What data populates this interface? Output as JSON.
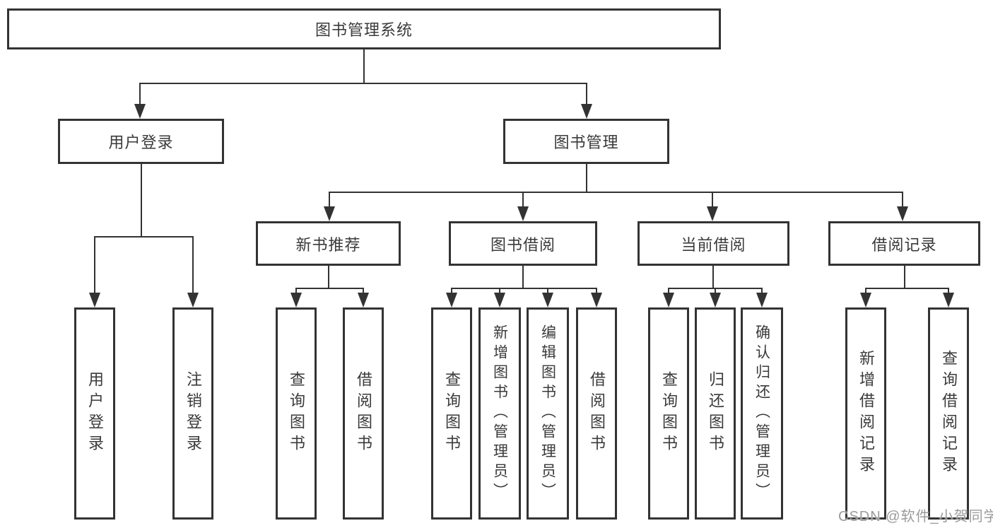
{
  "watermark": "CSDN @软件_小贺同学",
  "colors": {
    "line": "#333333",
    "text": "#3a3a3a",
    "watermark": "#9b9b9b",
    "background": "#ffffff"
  },
  "tree": {
    "root": {
      "label": "图书管理系统"
    },
    "branches": [
      {
        "label": "用户登录",
        "children": [
          {
            "label": "用户登录"
          },
          {
            "label": "注销登录"
          }
        ]
      },
      {
        "label": "图书管理",
        "children": [
          {
            "label": "新书推荐",
            "children": [
              {
                "label": "查询图书"
              },
              {
                "label": "借阅图书"
              }
            ]
          },
          {
            "label": "图书借阅",
            "children": [
              {
                "label": "查询图书"
              },
              {
                "label": "新增图书（管理员）"
              },
              {
                "label": "编辑图书（管理员）"
              },
              {
                "label": "借阅图书"
              }
            ]
          },
          {
            "label": "当前借阅",
            "children": [
              {
                "label": "查询图书"
              },
              {
                "label": "归还图书"
              },
              {
                "label": "确认归还（管理员）"
              }
            ]
          },
          {
            "label": "借阅记录",
            "children": [
              {
                "label": "新增借阅记录"
              },
              {
                "label": "查询借阅记录"
              }
            ]
          }
        ]
      }
    ]
  }
}
